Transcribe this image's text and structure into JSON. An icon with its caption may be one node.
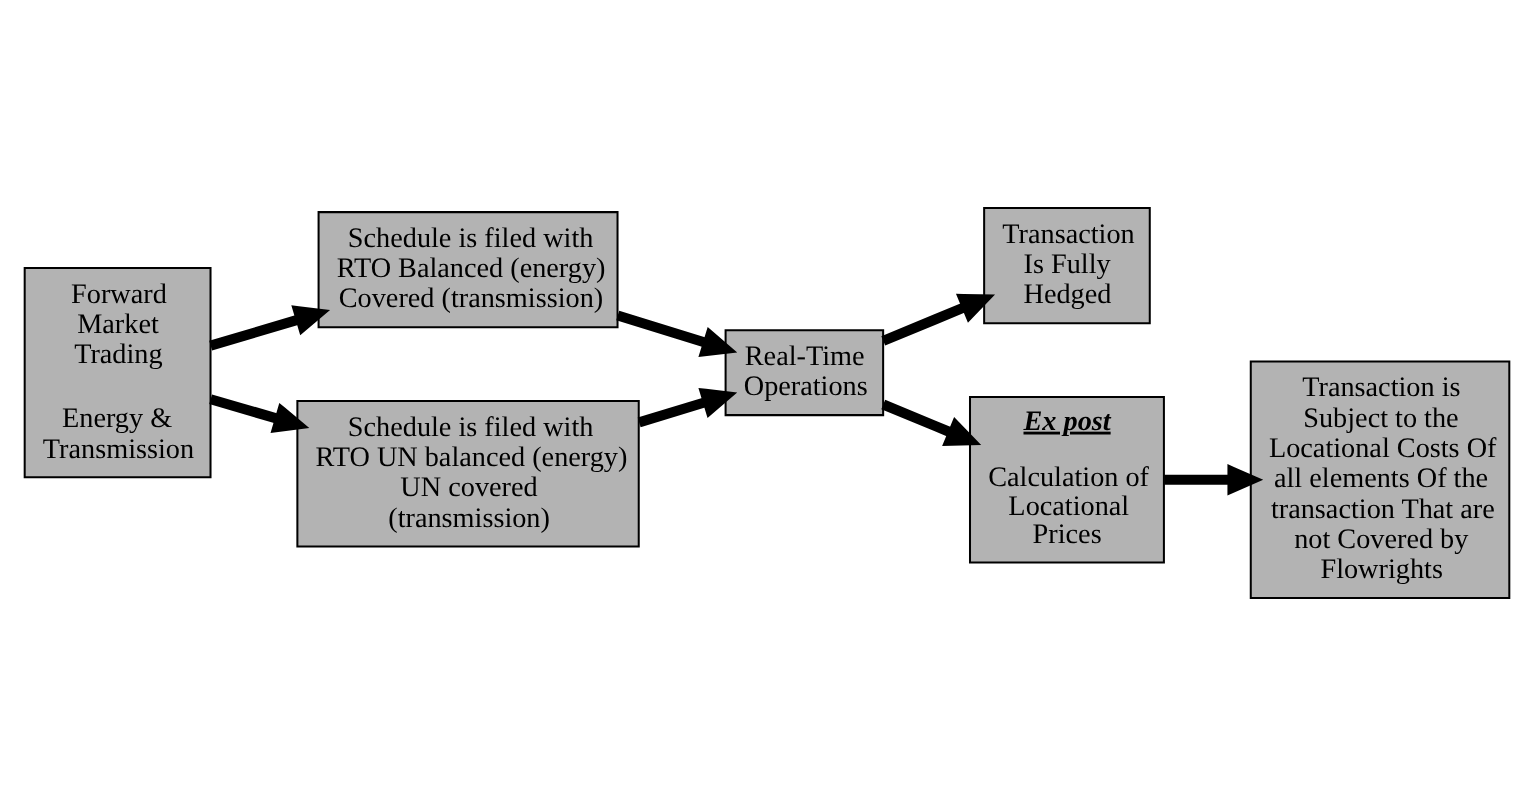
{
  "diagram": {
    "nodes": [
      {
        "text": [
          "Forward Market Trading",
          "Energy & Transmission"
        ]
      },
      {
        "text": [
          "Schedule is filed with RTO Balanced (energy) Covered (transmission)"
        ]
      },
      {
        "text": [
          "Real-Time Operations"
        ]
      },
      {
        "text": [
          "Schedule is filed with RTO UN balanced (energy) UN covered (transmission)"
        ]
      },
      {
        "text": [
          "Transaction Is Fully Hedged"
        ]
      },
      {
        "text": [
          "Ex post",
          "Calculation of Locational Prices"
        ]
      },
      {
        "text": [
          "Transaction is Subject to the Locational Costs Of all elements Of the transaction That are not Covered by Flowrights"
        ]
      }
    ],
    "edges": [
      {
        "from": 0,
        "to": 1,
        "arrow": "to"
      },
      {
        "from": 0,
        "to": 3,
        "arrow": "to"
      },
      {
        "from": 1,
        "to": 2,
        "arrow": "to"
      },
      {
        "from": 3,
        "to": 2,
        "arrow": "to"
      },
      {
        "from": 2,
        "to": 4,
        "arrow": "to"
      },
      {
        "from": 2,
        "to": 5,
        "arrow": "to"
      },
      {
        "from": 5,
        "to": 6,
        "arrow": "to"
      }
    ]
  }
}
